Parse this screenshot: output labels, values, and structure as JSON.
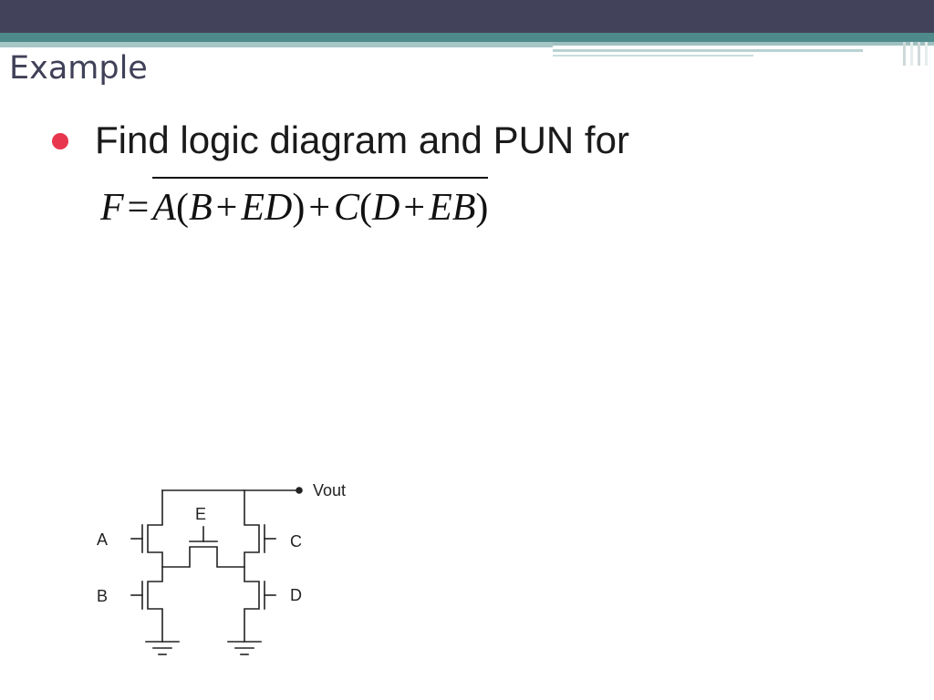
{
  "slide": {
    "title": "Example",
    "bullet": "Find logic diagram and PUN for",
    "formula": {
      "lhs": "F",
      "eq": "=",
      "a": "A",
      "lp1": "(",
      "b": "B",
      "plus1": "+",
      "ed": "ED",
      "rp1": ")",
      "plus_mid": "+",
      "c": "C",
      "lp2": "(",
      "d": "D",
      "plus2": "+",
      "eb": "EB",
      "rp2": ")"
    }
  },
  "circuit": {
    "output_label": "Vout",
    "inputs": {
      "a": "A",
      "b": "B",
      "c": "C",
      "d": "D",
      "e": "E"
    }
  },
  "colors": {
    "top_bar": "#42425a",
    "teal_band": "#4e8a8a",
    "light_band": "#a7c6c6",
    "title_text": "#404058",
    "bullet": "#e8364f",
    "wire": "#222222"
  }
}
